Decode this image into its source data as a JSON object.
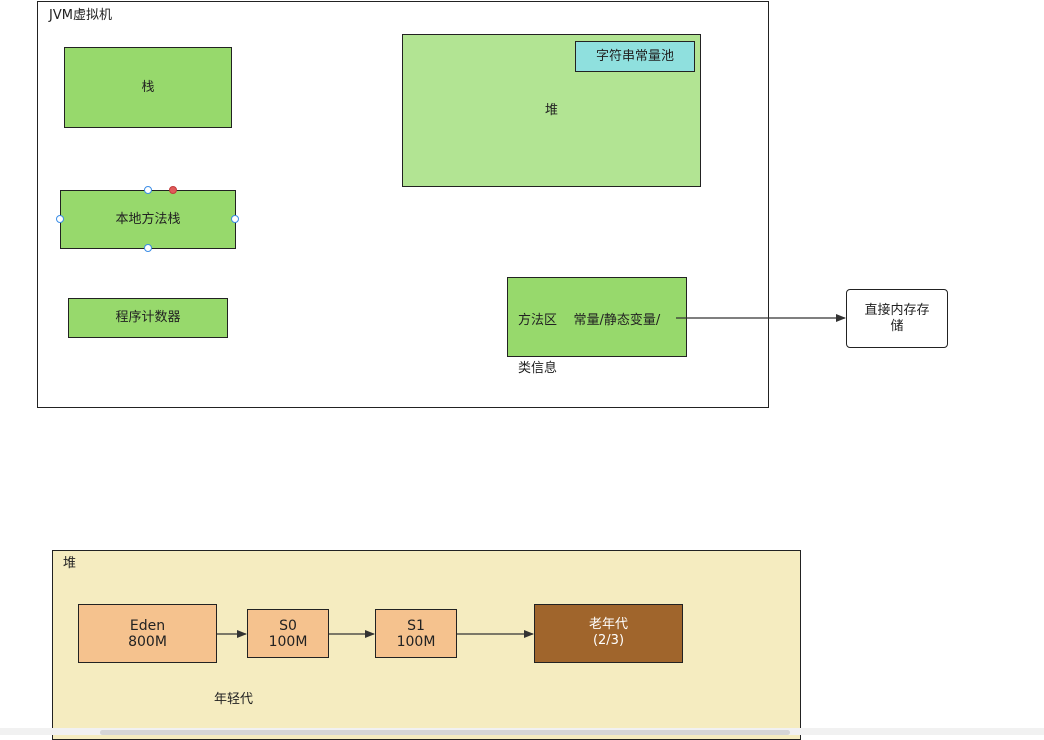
{
  "jvm": {
    "title": "JVM虚拟机",
    "stack": "栈",
    "native_stack": "本地方法栈",
    "pc_register": "程序计数器",
    "heap": "堆",
    "string_pool": "字符串常量池",
    "method_area_line1": "方法区    常量/静态变量/",
    "method_area_line2": "类信息",
    "direct_memory_line1": "直接内存存",
    "direct_memory_line2": "储"
  },
  "heap_detail": {
    "title": "堆",
    "eden_name": "Eden",
    "eden_size": "800M",
    "s0_name": "S0",
    "s0_size": "100M",
    "s1_name": "S1",
    "s1_size": "100M",
    "old_name": "老年代",
    "old_ratio": "(2/3)",
    "young_label": "年轻代"
  },
  "colors": {
    "green": "#97d96c",
    "light_green": "#b2e493",
    "cyan": "#8fe0de",
    "peach": "#f5c28e",
    "brown": "#a0652c",
    "heap_bg": "#f5ecc0"
  }
}
